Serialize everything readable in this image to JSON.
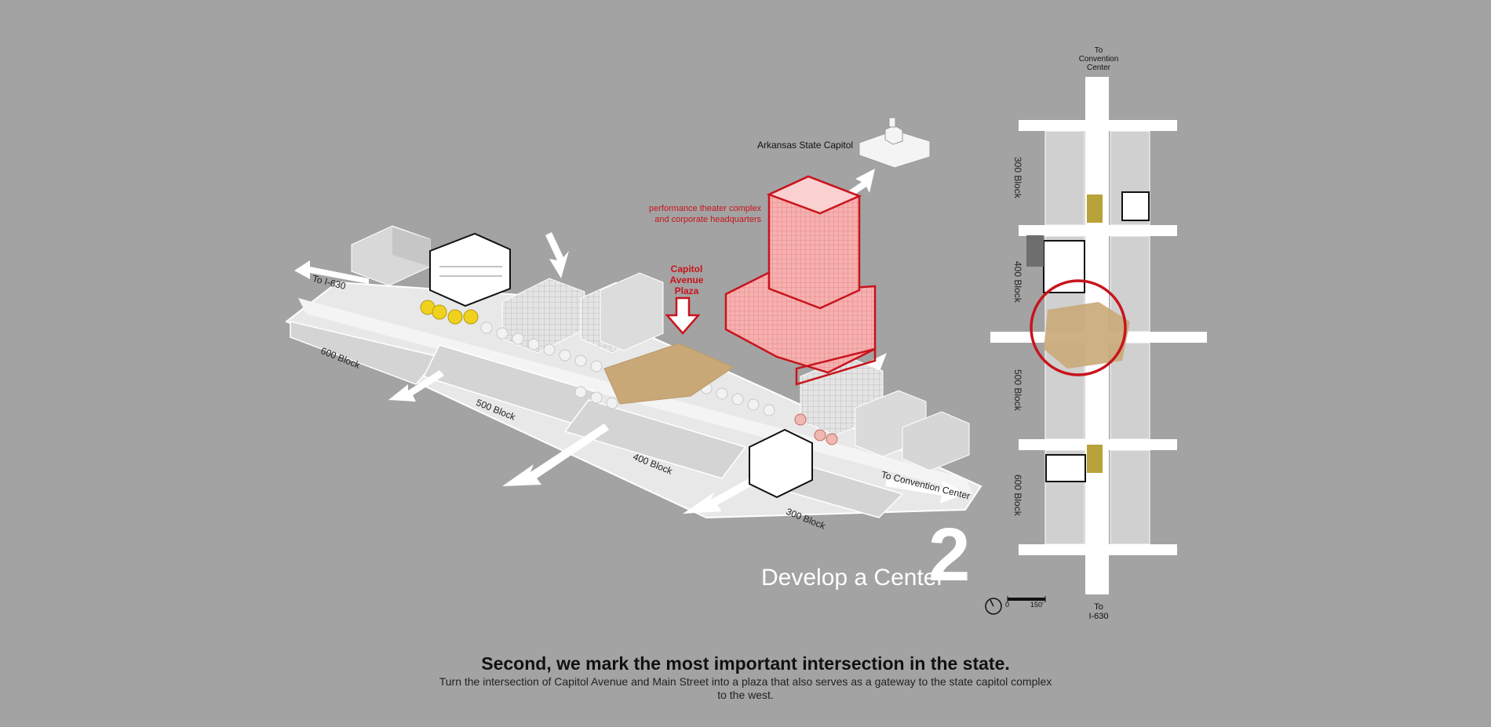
{
  "axon": {
    "landmark": "Arkansas State Capitol",
    "program_note_line1": "performance theater complex",
    "program_note_line2": "and corporate headquarters",
    "plaza_line1": "Capitol",
    "plaza_line2": "Avenue",
    "plaza_line3": "Plaza",
    "street_left": "To I-630",
    "street_right": "To Convention Center",
    "blocks": [
      "600 Block",
      "500 Block",
      "400 Block",
      "300 Block"
    ]
  },
  "plan": {
    "north_line1": "To",
    "north_line2": "Convention",
    "north_line3": "Center",
    "south_line1": "To",
    "south_line2": "I-630",
    "blocks": [
      "300 Block",
      "400 Block",
      "500 Block",
      "600 Block"
    ],
    "scale_zero": "0",
    "scale_max": "150'"
  },
  "section": {
    "title": "Develop a Center",
    "number": "2"
  },
  "caption": {
    "headline": "Second, we mark the most important intersection in the state.",
    "body_line1": "Turn the intersection of Capitol Avenue and Main Street into a plaza that also serves as a gateway to the state capitol complex",
    "body_line2": "to the west."
  },
  "colors": {
    "background": "#a3a3a3",
    "accent": "#c8141c",
    "plaza": "#c9a878",
    "tower": "#f4a4a4"
  }
}
